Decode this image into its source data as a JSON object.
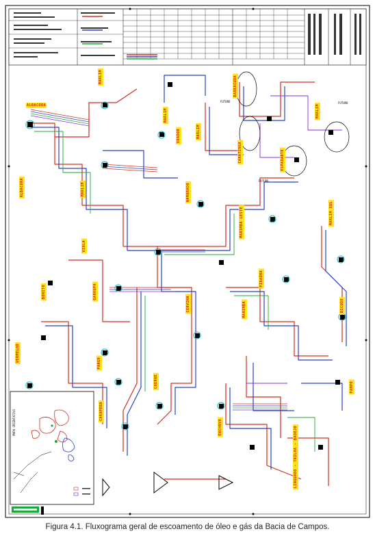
{
  "caption": "Figura 4.1. Fluxograma geral de escoamento de óleo e gás da Bacia de Campos.",
  "fields": {
    "albacora_1": "ALBACORA",
    "albacora_2": "ALBACORA",
    "marlim_1": "MARLIM",
    "marlim_2": "MARLIM",
    "marlim_3": "MARLIM",
    "marlim_4": "MARLIM",
    "marlim_5": "MARLIM",
    "voador": "VOADOR",
    "barracuda": "BARRACUDA",
    "caratinga": "CARATINGA",
    "espadarte": "ESPADARTE",
    "marlim_sul": "MARLIM SUL",
    "marimba_leste": "MARIMBA LESTE",
    "namorado": "NAMORADO",
    "viola": "VIOLA",
    "bonito": "BONITO",
    "garoupa": "GAROUPA",
    "corvina": "CORVINA",
    "pirauna": "PIRAÚNA",
    "marimba": "MARIMBA",
    "bicudo": "BICUDO",
    "vermelho": "VERMELHO",
    "pargo": "PARGO",
    "cherne": "CHERNE",
    "carapeba": "CARAPEBA",
    "enchova": "ENCHOVA",
    "pampo": "PAMPO",
    "linguado": "LINGUADO - TRILHA - BADEJO"
  },
  "side_notes": {
    "futuro_1": "FUTURO",
    "futuro_2": "FUTURO",
    "futuro_3": "FUTURO"
  },
  "inset_map": {
    "label": "MAPA ORIENTATIVO"
  },
  "colors": {
    "oil_line": "#d42a1e",
    "gas_line": "#2b3fc0",
    "water_line": "#19a83a",
    "field_label_bg": "#ffe21a",
    "field_label_text": "#cc2200",
    "platform": "#000000"
  }
}
